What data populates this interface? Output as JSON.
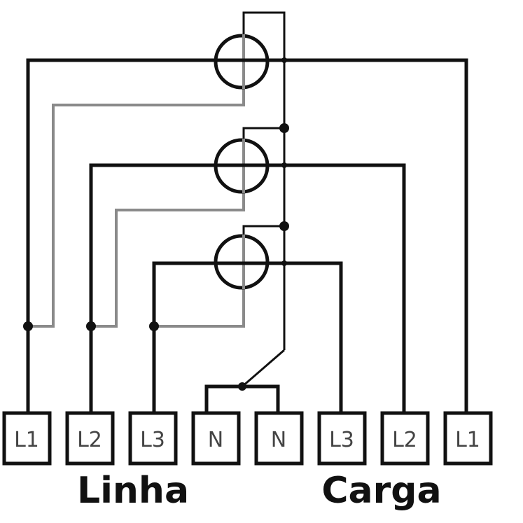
{
  "terminals": [
    {
      "id": "t1",
      "label": "L1"
    },
    {
      "id": "t2",
      "label": "L2"
    },
    {
      "id": "t3",
      "label": "L3"
    },
    {
      "id": "t4",
      "label": "N"
    },
    {
      "id": "t5",
      "label": "N"
    },
    {
      "id": "t6",
      "label": "L3"
    },
    {
      "id": "t7",
      "label": "L2"
    },
    {
      "id": "t8",
      "label": "L1"
    }
  ],
  "groups": {
    "line": "Linha",
    "load": "Carga"
  },
  "colors": {
    "wire": "#111111",
    "sensing_wire": "#8a8a8a",
    "label_text": "#444444"
  }
}
